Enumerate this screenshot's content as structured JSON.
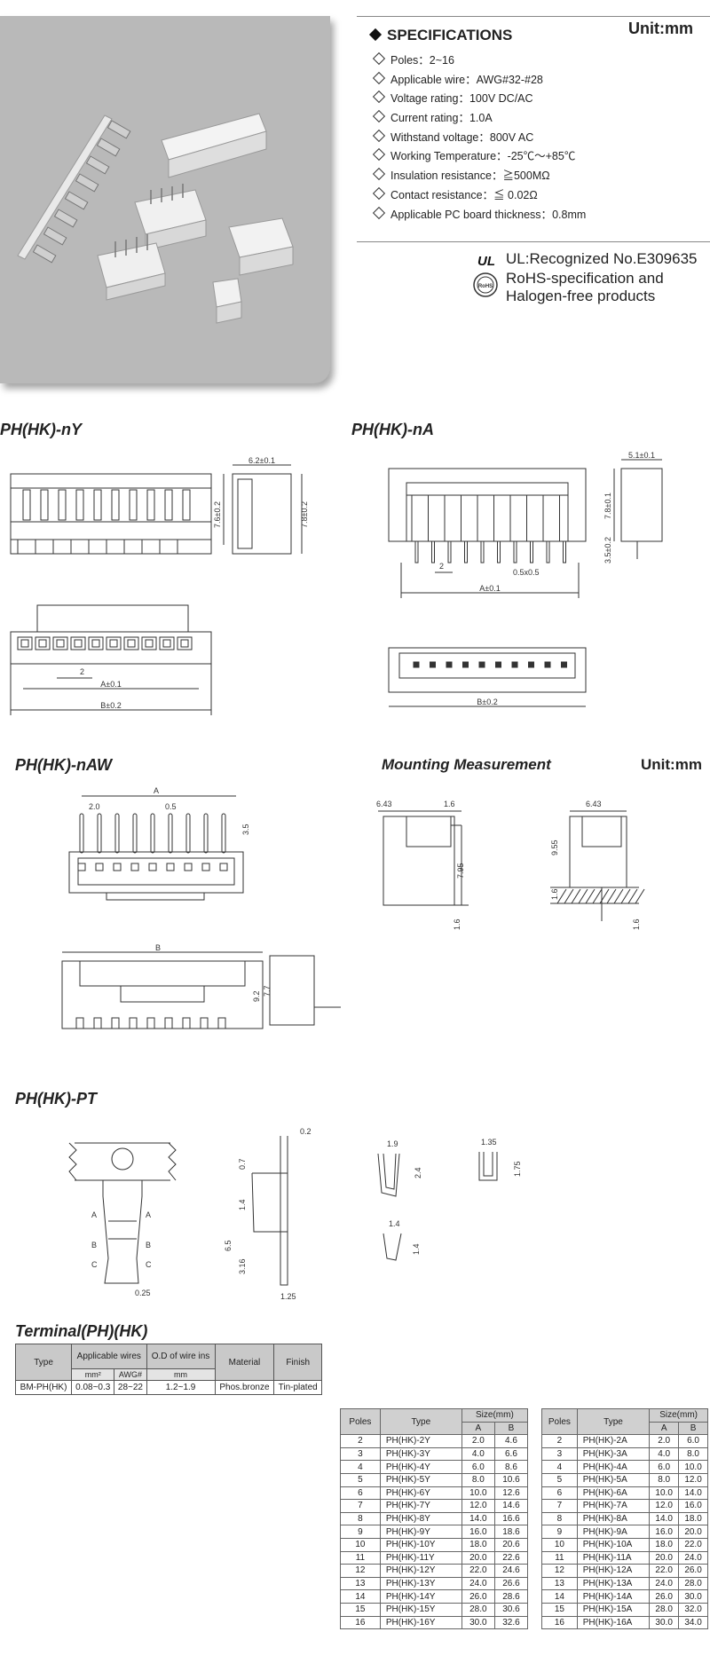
{
  "specifications": {
    "title": "SPECIFICATIONS",
    "unit": "Unit:mm",
    "items": [
      {
        "label": "Poles",
        "value": "2~16"
      },
      {
        "label": "Applicable wire",
        "value": "AWG#32-#28"
      },
      {
        "label": "Voltage rating",
        "value": "100V DC/AC"
      },
      {
        "label": "Current rating",
        "value": "1.0A"
      },
      {
        "label": "Withstand voltage",
        "value": "800V AC"
      },
      {
        "label": "Working Temperature",
        "value": "-25℃～+85℃"
      },
      {
        "label": "Insulation resistance",
        "value": "≧500MΩ"
      },
      {
        "label": "Contact resistance",
        "value": "≦ 0.02Ω"
      },
      {
        "label": "Applicable PC board thickness",
        "value": "0.8mm"
      }
    ],
    "separator": "："
  },
  "certification": {
    "ul_text": "UL:Recognized No.E309635",
    "ul_mark": "UL",
    "rohs_text_1": "RoHS-specification and",
    "rohs_text_2": "Halogen-free products",
    "rohs_mark": "RoHS"
  },
  "sections": {
    "ny": "PH(HK)-nY",
    "na": "PH(HK)-nA",
    "naw": "PH(HK)-nAW",
    "mounting": "Mounting Measurement",
    "mounting_unit": "Unit:mm",
    "pt": "PH(HK)-PT",
    "terminal": "Terminal(PH)(HK)"
  },
  "dims": {
    "ny": {
      "width": "6.2±0.1",
      "h1": "7.6±0.2",
      "h2": "7.8±0.2",
      "pitch": "2",
      "a": "A±0.1",
      "b": "B±0.2"
    },
    "na": {
      "width": "5.1±0.1",
      "h": "7.8±0.1",
      "pin": "3.5±0.2",
      "pitch": "2",
      "pin_size": "0.5x0.5",
      "a": "A±0.1",
      "b": "B±0.2"
    },
    "naw": {
      "a": "A",
      "pitch": "2.0",
      "pin": "0.5",
      "h": "3.5",
      "b": "B",
      "h2": "9.2",
      "h3": "7.7"
    },
    "mount": {
      "w1": "6.43",
      "w2": "1.6",
      "h1": "7.95",
      "t1": "1.6",
      "w3": "6.43",
      "h2": "9.55",
      "t2": "1.6",
      "t3": "1.6"
    },
    "pt": {
      "top": "0.2",
      "a": "A",
      "b": "B",
      "c": "C",
      "w": "0.25",
      "d1": "0.7",
      "d2": "1.4",
      "d3": "6.5",
      "d4": "3.16",
      "d5": "1.25",
      "u1w": "1.9",
      "u1h": "2.4",
      "u2w": "1.35",
      "u2h": "1.75",
      "u3w": "1.4",
      "u3h": "1.4"
    }
  },
  "terminal_table": {
    "headers": [
      "Type",
      "Applicable wires",
      "O.D of wire ins",
      "Material",
      "Finish"
    ],
    "subheaders": [
      "mm²",
      "AWG#",
      "mm"
    ],
    "row": [
      "BM-PH(HK)",
      "0.08~0.3",
      "28~22",
      "1.2~1.9",
      "Phos.bronze",
      "Tin-plated"
    ]
  },
  "size_tables": {
    "headers": {
      "poles": "Poles",
      "type": "Type",
      "size": "Size(mm)",
      "a": "A",
      "b": "B"
    },
    "y_rows": [
      [
        "2",
        "PH(HK)-2Y",
        "2.0",
        "4.6"
      ],
      [
        "3",
        "PH(HK)-3Y",
        "4.0",
        "6.6"
      ],
      [
        "4",
        "PH(HK)-4Y",
        "6.0",
        "8.6"
      ],
      [
        "5",
        "PH(HK)-5Y",
        "8.0",
        "10.6"
      ],
      [
        "6",
        "PH(HK)-6Y",
        "10.0",
        "12.6"
      ],
      [
        "7",
        "PH(HK)-7Y",
        "12.0",
        "14.6"
      ],
      [
        "8",
        "PH(HK)-8Y",
        "14.0",
        "16.6"
      ],
      [
        "9",
        "PH(HK)-9Y",
        "16.0",
        "18.6"
      ],
      [
        "10",
        "PH(HK)-10Y",
        "18.0",
        "20.6"
      ],
      [
        "11",
        "PH(HK)-11Y",
        "20.0",
        "22.6"
      ],
      [
        "12",
        "PH(HK)-12Y",
        "22.0",
        "24.6"
      ],
      [
        "13",
        "PH(HK)-13Y",
        "24.0",
        "26.6"
      ],
      [
        "14",
        "PH(HK)-14Y",
        "26.0",
        "28.6"
      ],
      [
        "15",
        "PH(HK)-15Y",
        "28.0",
        "30.6"
      ],
      [
        "16",
        "PH(HK)-16Y",
        "30.0",
        "32.6"
      ]
    ],
    "a_rows": [
      [
        "2",
        "PH(HK)-2A",
        "2.0",
        "6.0"
      ],
      [
        "3",
        "PH(HK)-3A",
        "4.0",
        "8.0"
      ],
      [
        "4",
        "PH(HK)-4A",
        "6.0",
        "10.0"
      ],
      [
        "5",
        "PH(HK)-5A",
        "8.0",
        "12.0"
      ],
      [
        "6",
        "PH(HK)-6A",
        "10.0",
        "14.0"
      ],
      [
        "7",
        "PH(HK)-7A",
        "12.0",
        "16.0"
      ],
      [
        "8",
        "PH(HK)-8A",
        "14.0",
        "18.0"
      ],
      [
        "9",
        "PH(HK)-9A",
        "16.0",
        "20.0"
      ],
      [
        "10",
        "PH(HK)-10A",
        "18.0",
        "22.0"
      ],
      [
        "11",
        "PH(HK)-11A",
        "20.0",
        "24.0"
      ],
      [
        "12",
        "PH(HK)-12A",
        "22.0",
        "26.0"
      ],
      [
        "13",
        "PH(HK)-13A",
        "24.0",
        "28.0"
      ],
      [
        "14",
        "PH(HK)-14A",
        "26.0",
        "30.0"
      ],
      [
        "15",
        "PH(HK)-15A",
        "28.0",
        "32.0"
      ],
      [
        "16",
        "PH(HK)-16A",
        "30.0",
        "34.0"
      ]
    ]
  }
}
